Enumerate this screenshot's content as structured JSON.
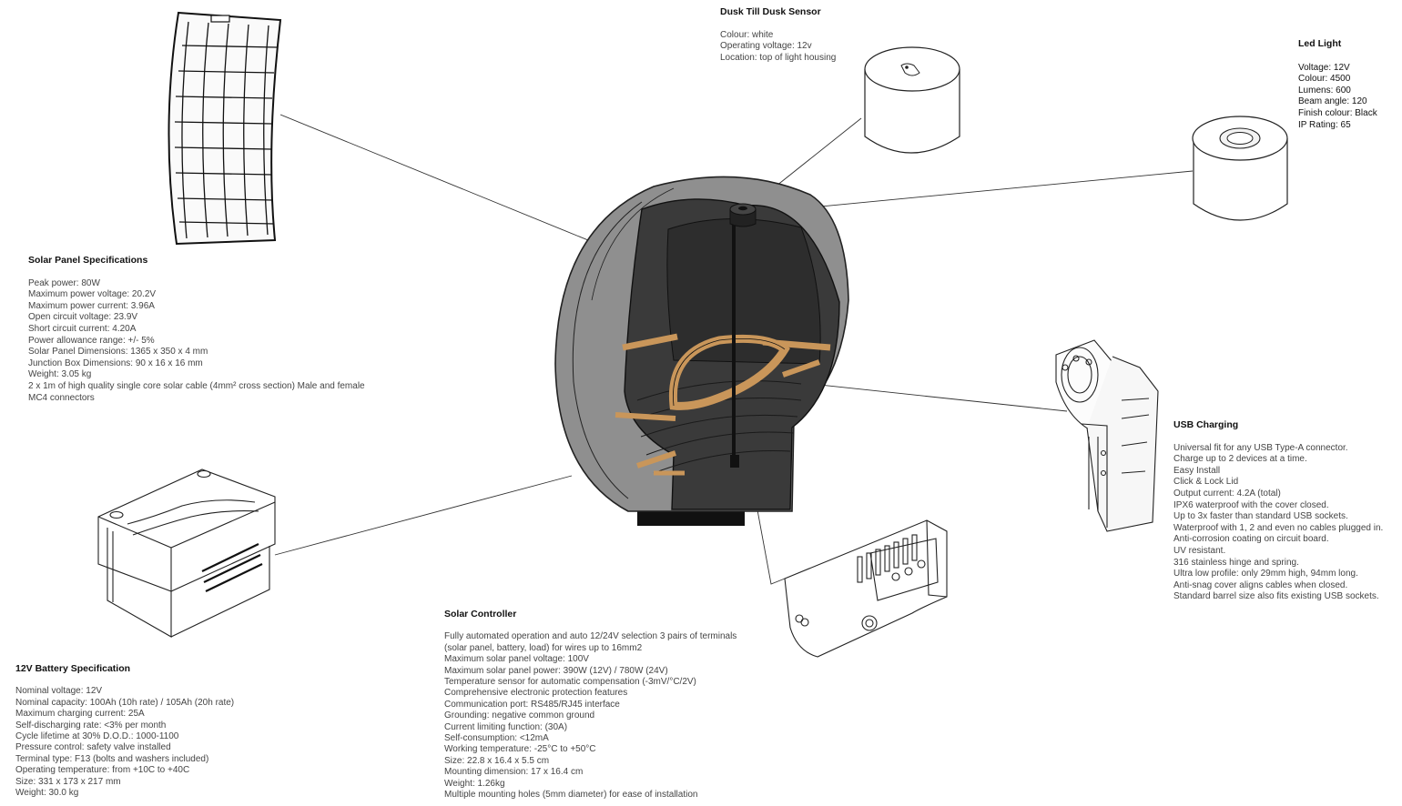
{
  "sensor": {
    "title": "Dusk Till Dusk Sensor",
    "lines": [
      "Colour: white",
      "Operating voltage: 12v",
      "Location: top of light housing"
    ]
  },
  "led": {
    "title": "Led Light",
    "lines": [
      "Voltage: 12V",
      "Colour: 4500",
      "Lumens: 600",
      "Beam angle: 120",
      "Finish colour: Black",
      "IP Rating: 65"
    ]
  },
  "solar_panel": {
    "title": "Solar Panel Specifications",
    "lines": [
      "Peak power: 80W",
      "Maximum power voltage: 20.2V",
      "Maximum power current: 3.96A",
      "Open circuit voltage: 23.9V",
      "Short circuit current: 4.20A",
      "Power allowance range: +/- 5%",
      "Solar Panel Dimensions: 1365 x 350 x 4 mm",
      "Junction Box Dimensions: 90 x 16 x 16 mm",
      "Weight: 3.05 kg",
      "2 x 1m of high quality single core solar cable (4mm² cross section) Male and female MC4 connectors"
    ]
  },
  "usb": {
    "title": "USB Charging",
    "lines": [
      "Universal fit for any USB Type-A connector.",
      "Charge up to 2 devices at a time.",
      "Easy Install",
      "Click & Lock Lid",
      "Output current: 4.2A (total)",
      "IPX6 waterproof with the cover closed.",
      "Up to 3x faster than standard USB sockets.",
      "Waterproof with 1, 2 and even no cables plugged in.",
      "Anti-corrosion coating on circuit board.",
      "UV resistant.",
      "316 stainless hinge and spring.",
      "Ultra low profile: only 29mm high, 94mm long.",
      "Anti-snag cover aligns cables when closed.",
      "Standard barrel size also fits existing USB sockets."
    ]
  },
  "controller": {
    "title": "Solar Controller",
    "lines": [
      "Fully automated operation and auto 12/24V selection 3 pairs of terminals (solar panel, battery, load) for wires up to 16mm2",
      "Maximum solar panel voltage: 100V",
      "Maximum solar panel power: 390W (12V) / 780W (24V)",
      "Temperature sensor for automatic compensation (-3mV/°C/2V)",
      "Comprehensive electronic protection features",
      "Communication port: RS485/RJ45 interface",
      "Grounding: negative common ground",
      "Current limiting function: (30A)",
      "Self-consumption: <12mA",
      "Working temperature: -25°C to +50°C",
      "Size: 22.8 x 16.4 x 5.5 cm",
      "Mounting dimension: 17 x 16.4 cm",
      "Weight: 1.26kg",
      "Multiple mounting holes (5mm diameter) for ease of installation"
    ]
  },
  "battery": {
    "title": "12V Battery Specification",
    "lines": [
      "Nominal voltage: 12V",
      "Nominal capacity: 100Ah (10h rate) / 105Ah (20h rate)",
      "Maximum charging current: 25A",
      "Self-discharging rate: <3% per month",
      "Cycle lifetime at 30% D.O.D.: 1000-1100",
      "Pressure control: safety valve installed",
      "Terminal type: F13 (bolts and washers included)",
      "Operating temperature: from +10C to +40C",
      "Size: 331 x 173 x 217 mm",
      "Weight: 30.0 kg"
    ]
  },
  "colors": {
    "pod_shell": "#8f8f8f",
    "pod_interior": "#3a3a3a",
    "wood": "#c9965a",
    "line": "#333333"
  }
}
